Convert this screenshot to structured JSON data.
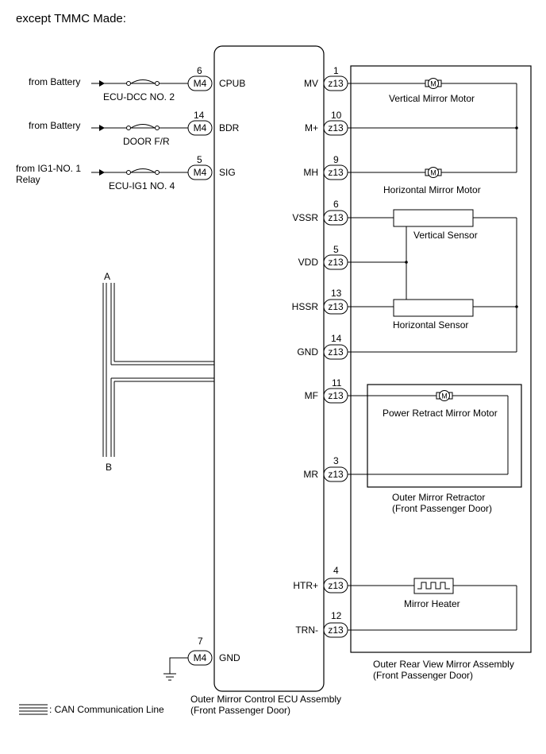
{
  "title": "except TMMC Made:",
  "ecu": {
    "name_line1": "Outer Mirror Control ECU Assembly",
    "name_line2": "(Front Passenger Door)",
    "left_pins": [
      {
        "num": "6",
        "conn": "M4",
        "name": "CPUB",
        "source": "from Battery",
        "source2": "",
        "fuse": "ECU-DCC NO. 2"
      },
      {
        "num": "14",
        "conn": "M4",
        "name": "BDR",
        "source": "from Battery",
        "source2": "",
        "fuse": "DOOR F/R"
      },
      {
        "num": "5",
        "conn": "M4",
        "name": "SIG",
        "source": "from IG1-NO. 1",
        "source2": "Relay",
        "fuse": "ECU-IG1 NO. 4"
      }
    ],
    "gnd_pin": {
      "num": "7",
      "conn": "M4",
      "name": "GND"
    },
    "right_pins": [
      {
        "num": "1",
        "conn": "z13",
        "name": "MV"
      },
      {
        "num": "10",
        "conn": "z13",
        "name": "M+"
      },
      {
        "num": "9",
        "conn": "z13",
        "name": "MH"
      },
      {
        "num": "6",
        "conn": "z13",
        "name": "VSSR"
      },
      {
        "num": "5",
        "conn": "z13",
        "name": "VDD"
      },
      {
        "num": "13",
        "conn": "z13",
        "name": "HSSR"
      },
      {
        "num": "14",
        "conn": "z13",
        "name": "GND"
      },
      {
        "num": "11",
        "conn": "z13",
        "name": "MF"
      },
      {
        "num": "3",
        "conn": "z13",
        "name": "MR"
      },
      {
        "num": "4",
        "conn": "z13",
        "name": "HTR+"
      },
      {
        "num": "12",
        "conn": "z13",
        "name": "TRN-"
      }
    ]
  },
  "mirror_assembly": {
    "name_line1": "Outer Rear View Mirror Assembly",
    "name_line2": "(Front Passenger Door)",
    "vertical_motor": "Vertical Mirror Motor",
    "horizontal_motor": "Horizontal Mirror Motor",
    "vertical_sensor": "Vertical Sensor",
    "horizontal_sensor": "Horizontal Sensor",
    "retract_motor": "Power Retract Mirror Motor",
    "retractor_line1": "Outer Mirror Retractor",
    "retractor_line2": "(Front Passenger Door)",
    "heater": "Mirror Heater",
    "motor_symbol": "M"
  },
  "can_bus": {
    "label_a": "A",
    "label_b": "B",
    "legend": ": CAN Communication Line"
  }
}
